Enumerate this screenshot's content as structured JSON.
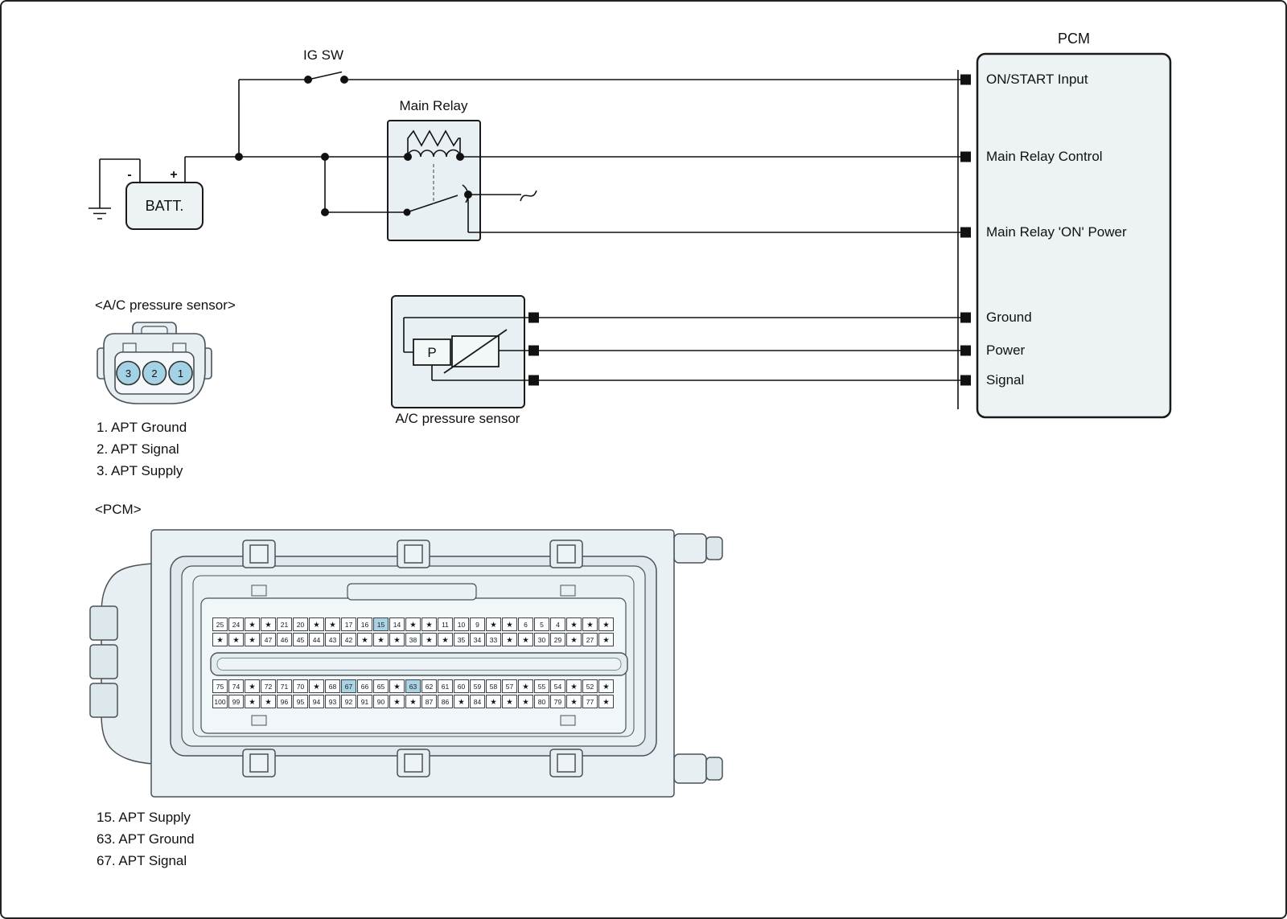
{
  "colors": {
    "wire": "#111111",
    "box_fill": "#edf2f4",
    "connector_fill": "#e8eff2",
    "pin_circle_fill": "#a3d2e4",
    "highlight_fill": "#a9d3e5"
  },
  "schematic": {
    "ig_sw_label": "IG SW",
    "main_relay_label": "Main Relay",
    "battery_label": "BATT.",
    "battery_minus": "-",
    "battery_plus": "+",
    "pcm_title": "PCM",
    "pcm_pin_labels": [
      "ON/START Input",
      "Main Relay Control",
      "Main Relay 'ON' Power",
      "Ground",
      "Power",
      "Signal"
    ],
    "sensor_caption": "A/C pressure sensor",
    "sensor_symbol": "P"
  },
  "ac_connector": {
    "heading": "<A/C pressure sensor>",
    "pin_numbers": [
      "3",
      "2",
      "1"
    ],
    "legend": [
      "1. APT Ground",
      "2. APT Signal",
      "3. APT Supply"
    ]
  },
  "pcm_connector": {
    "heading": "<PCM>",
    "highlighted": [
      "15",
      "63",
      "67"
    ],
    "highlight_color": "#a9d3e5",
    "rows": [
      [
        "25",
        "24",
        "★",
        "★",
        "21",
        "20",
        "★",
        "★",
        "17",
        "16",
        "15",
        "14",
        "★",
        "★",
        "11",
        "10",
        "9",
        "★",
        "★",
        "6",
        "5",
        "4",
        "★",
        "★",
        "★"
      ],
      [
        "★",
        "★",
        "★",
        "47",
        "46",
        "45",
        "44",
        "43",
        "42",
        "★",
        "★",
        "★",
        "38",
        "★",
        "★",
        "35",
        "34",
        "33",
        "★",
        "★",
        "30",
        "29",
        "★",
        "27",
        "★"
      ],
      [
        "75",
        "74",
        "★",
        "72",
        "71",
        "70",
        "★",
        "68",
        "67",
        "66",
        "65",
        "★",
        "63",
        "62",
        "61",
        "60",
        "59",
        "58",
        "57",
        "★",
        "55",
        "54",
        "★",
        "52",
        "★"
      ],
      [
        "100",
        "99",
        "★",
        "★",
        "96",
        "95",
        "94",
        "93",
        "92",
        "91",
        "90",
        "★",
        "★",
        "87",
        "86",
        "★",
        "84",
        "★",
        "★",
        "★",
        "80",
        "79",
        "★",
        "77",
        "★"
      ]
    ],
    "legend": [
      "15. APT Supply",
      "63. APT Ground",
      "67. APT Signal"
    ]
  }
}
